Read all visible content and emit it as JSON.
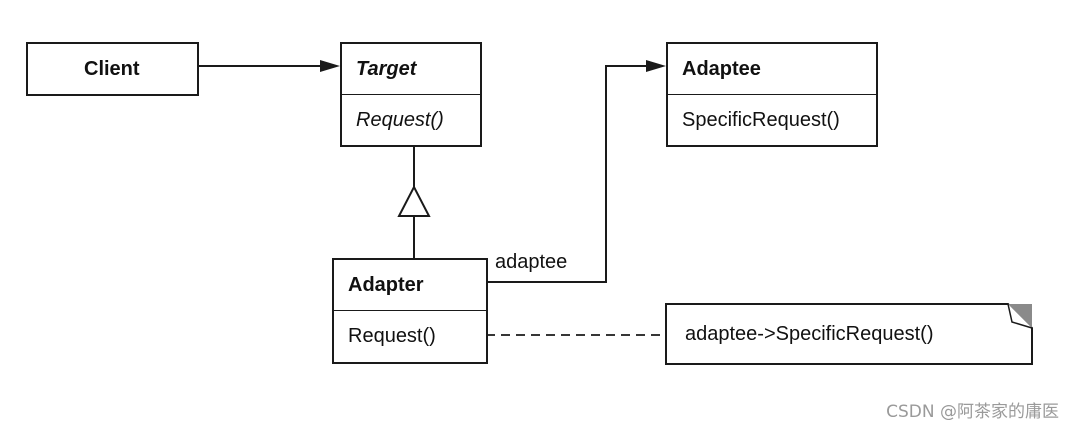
{
  "diagram": {
    "classes": {
      "client": {
        "name": "Client"
      },
      "target": {
        "name": "Target",
        "operation": "Request()"
      },
      "adaptee": {
        "name": "Adaptee",
        "operation": "SpecificRequest()"
      },
      "adapter": {
        "name": "Adapter",
        "operation": "Request()"
      }
    },
    "association_label": "adaptee",
    "note": {
      "text": "adaptee->SpecificRequest()"
    }
  },
  "watermark": "CSDN @阿茶家的庸医"
}
